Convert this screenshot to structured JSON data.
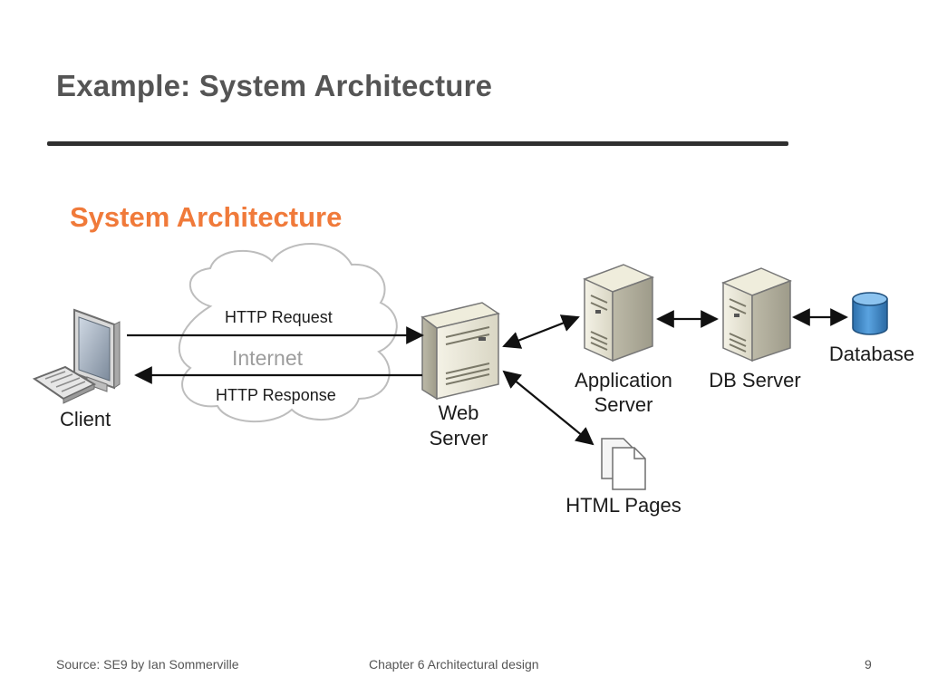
{
  "slide": {
    "title": "Example: System Architecture"
  },
  "diagram": {
    "title": "System Architecture",
    "client_label": "Client",
    "internet_label": "Internet",
    "http_request_label": "HTTP Request",
    "http_response_label": "HTTP Response",
    "web_server_label_line1": "Web",
    "web_server_label_line2": "Server",
    "app_server_label_line1": "Application",
    "app_server_label_line2": "Server",
    "db_server_label": "DB Server",
    "database_label": "Database",
    "html_pages_label": "HTML Pages",
    "icons": [
      "monitor-icon",
      "keyboard-icon",
      "cloud-icon",
      "server-tower-icon",
      "database-cylinder-icon",
      "document-stack-icon"
    ],
    "colors": {
      "title_accent": "#f07a3a",
      "database_blue": "#3b86c8"
    }
  },
  "footer": {
    "source": "Source: SE9 by Ian Sommerville",
    "chapter": "Chapter 6 Architectural design",
    "page_number": "9"
  }
}
